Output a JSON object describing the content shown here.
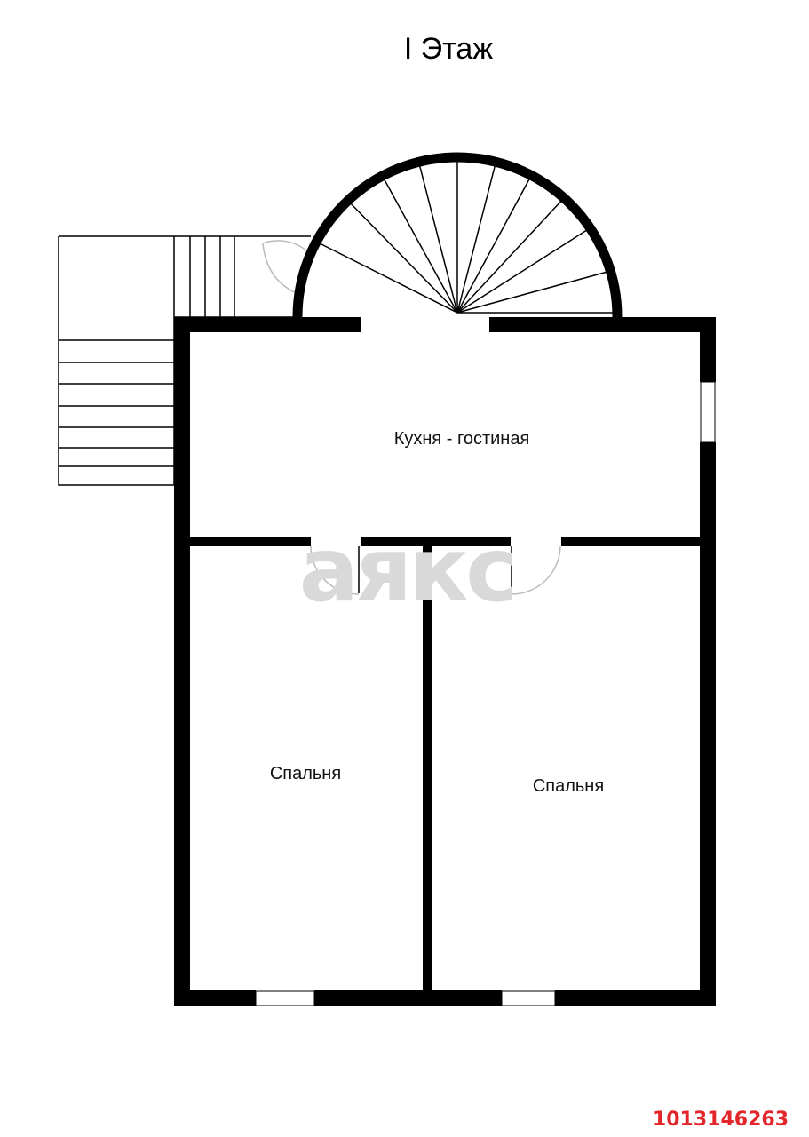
{
  "title": "I Этаж",
  "rooms": {
    "living": "Кухня - гостиная",
    "bedroom_left": "Спальня",
    "bedroom_right": "Спальня"
  },
  "watermark": "аякс",
  "listing_id": "1013146263",
  "colors": {
    "wall": "#000000",
    "watermark": "#d9d9d9",
    "listing_id": "#e2262b"
  }
}
